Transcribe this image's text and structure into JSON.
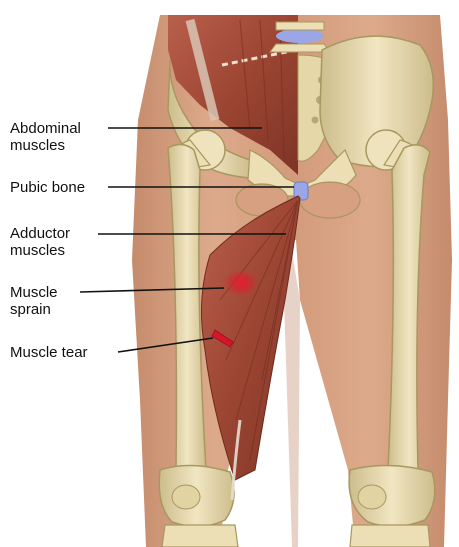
{
  "labels": {
    "abdominal": [
      "Abdominal",
      "muscles"
    ],
    "pubic": "Pubic bone",
    "adductor": [
      "Adductor",
      "muscles"
    ],
    "sprain": [
      "Muscle",
      "sprain"
    ],
    "tear": "Muscle tear"
  },
  "colors": {
    "skin": "#d7a081",
    "skin_shadow": "#b97f60",
    "bone": "#ecdfb5",
    "bone_shadow": "#bfae7d",
    "muscle": "#a85240",
    "muscle_dark": "#7a2e22",
    "disc": "#9aa6e6",
    "injury": "#d7152a",
    "leader": "#111111"
  }
}
